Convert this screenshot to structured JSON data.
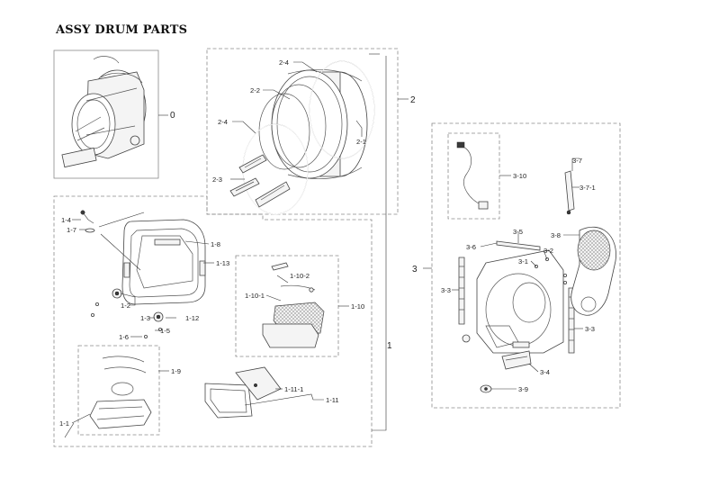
{
  "title": "ASSY DRUM PARTS",
  "labels": {
    "l0": "0",
    "l1": "1",
    "l1_1": "1-1",
    "l1_2": "1-2",
    "l1_3": "1-3",
    "l1_4": "1-4",
    "l1_5": "1-5",
    "l1_6": "1-6",
    "l1_7": "1-7",
    "l1_8": "1-8",
    "l1_9": "1-9",
    "l1_10": "1-10",
    "l1_10_1": "1-10-1",
    "l1_10_2": "1-10-2",
    "l1_11": "1-11",
    "l1_11_1": "1-11-1",
    "l1_12": "1-12",
    "l1_13": "1-13",
    "l2": "2",
    "l2_1": "2-1",
    "l2_2": "2-2",
    "l2_3": "2-3",
    "l2_4a": "2-4",
    "l2_4b": "2-4",
    "l3": "3",
    "l3_1": "3-1",
    "l3_2": "3-2",
    "l3_3a": "3-3",
    "l3_3b": "3-3",
    "l3_4": "3-4",
    "l3_5": "3-5",
    "l3_6": "3-6",
    "l3_7": "3-7",
    "l3_7_1": "3-7-1",
    "l3_8": "3-8",
    "l3_9": "3-9",
    "l3_10": "3-10"
  }
}
